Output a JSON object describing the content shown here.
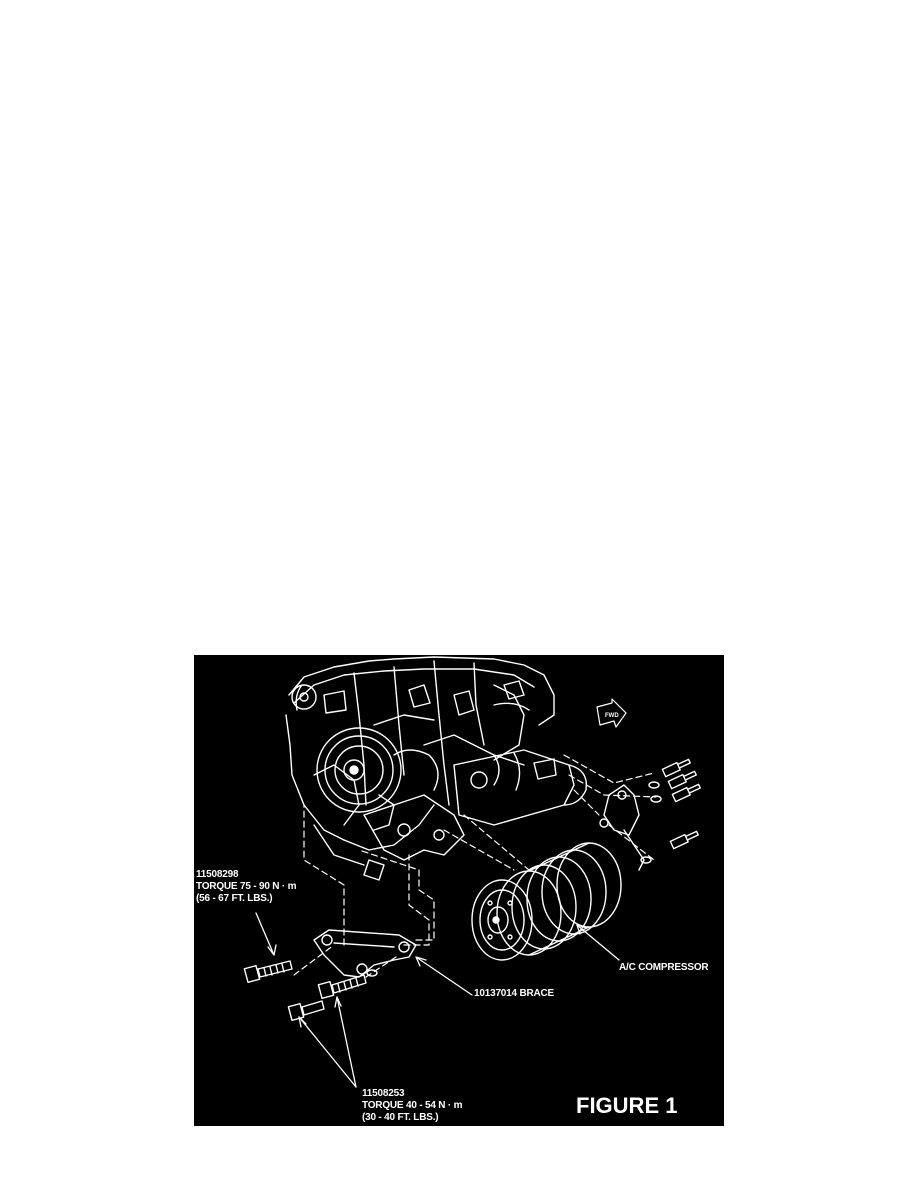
{
  "colors": {
    "page_background": "#ffffff",
    "figure_background": "#000000",
    "ink": "#ffffff"
  },
  "figure": {
    "title": "FIGURE 1",
    "callouts": {
      "bolt_upper": {
        "part_number": "11508298",
        "torque_metric": "TORQUE 75 - 90 N · m",
        "torque_imperial": "(56 - 67 FT. LBS.)"
      },
      "brace": {
        "label": "10137014 BRACE"
      },
      "compressor": {
        "label": "A/C COMPRESSOR"
      },
      "bolt_lower": {
        "part_number": "11508253",
        "torque_metric": "TORQUE 40 - 54 N · m",
        "torque_imperial": "(30 - 40 FT. LBS.)"
      }
    },
    "icons": {
      "front_arrow": "front-direction-arrow-icon"
    }
  }
}
